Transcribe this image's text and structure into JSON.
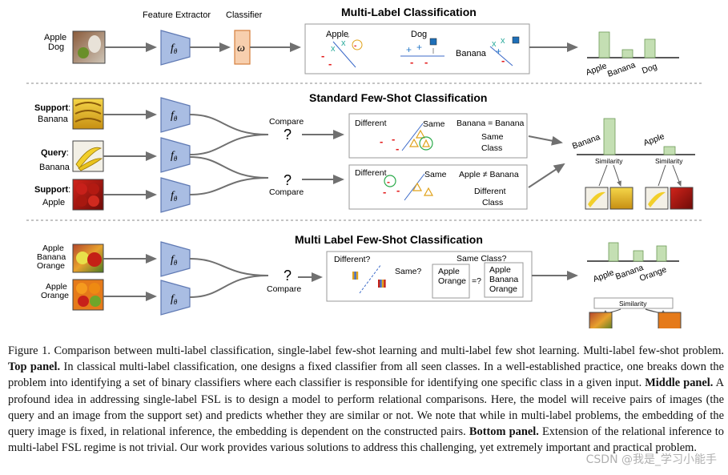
{
  "colors": {
    "extractor_fill": "#a9bde3",
    "extractor_stroke": "#5f79b3",
    "classifier_fill": "#f7cfae",
    "classifier_stroke": "#d57f3d",
    "bar_fill": "#c4dfb3",
    "bar_stroke": "#6e9a58",
    "arrow": "#707070",
    "negative_mark": "#e31b1b",
    "positive_mark": "#2aaa9c",
    "triangle": "#e0a21a"
  },
  "top": {
    "title": "Multi-Label Classification",
    "feature_extractor_label": "Feature Extractor",
    "classifier_label": "Classifier",
    "input_label_1": "Apple",
    "input_label_2": "Dog",
    "f_theta_sub": "θ",
    "f_theta_main": "f",
    "omega": "ω",
    "panel_apple": "Apple",
    "panel_dog": "Dog",
    "panel_banana": "Banana",
    "bar_labels": [
      "Apple",
      "Banana",
      "Dog"
    ]
  },
  "middle": {
    "title": "Standard Few-Shot Classification",
    "support_1_bold": "Support",
    "support_1_name": "Banana",
    "query_bold": "Query",
    "query_name": "Banana",
    "support_2_bold": "Support",
    "support_2_name": "Apple",
    "compare": "Compare",
    "question": "?",
    "box1": {
      "different": "Different",
      "same": "Same",
      "relation": "Banana = Banana",
      "result_1": "Same",
      "result_2": "Class"
    },
    "box2": {
      "different": "Different",
      "same": "Same",
      "relation": "Apple ≠ Banana",
      "result_1": "Different",
      "result_2": "Class"
    },
    "bar_label_1": "Banana",
    "bar_label_2": "Apple",
    "similarity": "Similarity"
  },
  "bottom": {
    "title": "Multi Label Few-Shot Classification",
    "input_1": [
      "Apple",
      "Banana",
      "Orange"
    ],
    "input_2": [
      "Apple",
      "Orange"
    ],
    "compare": "Compare",
    "question": "?",
    "different_q": "Different?",
    "same_q": "Same?",
    "same_class_q": "Same Class?",
    "left_set": [
      "Apple",
      "Orange"
    ],
    "right_set": [
      "Apple",
      "Banana",
      "Orange"
    ],
    "eq_q": "=?",
    "bar_labels": [
      "Apple",
      "Banana",
      "Orange"
    ],
    "similarity": "Similarity"
  },
  "caption": {
    "p1": "Figure 1. Comparison between multi-label classification, single-label few-shot learning and multi-label few shot learning. Multi-label few-shot problem. ",
    "b1": "Top panel.",
    "p2": " In classical multi-label classification, one designs a fixed classifier from all seen classes. In a well-established practice, one breaks down the problem into identifying a set of binary classifiers where each classifier is responsible for identifying one specific class in a given input. ",
    "b2": "Middle panel.",
    "p3": " A profound idea in addressing single-label FSL is to design a model to perform relational comparisons. Here, the model will receive pairs of images (the query and an image from the support set) and predicts whether they are similar or not. We note that while in multi-label problems, the embedding of the query image is fixed, in relational inference, the embedding is dependent on the constructed pairs. ",
    "b3": "Bottom panel.",
    "p4": " Extension of the relational inference to multi-label FSL regime is not trivial. Our work provides various solutions to address this challenging, yet extremely important and practical problem."
  },
  "watermark": "CSDN @我是_学习小能手"
}
